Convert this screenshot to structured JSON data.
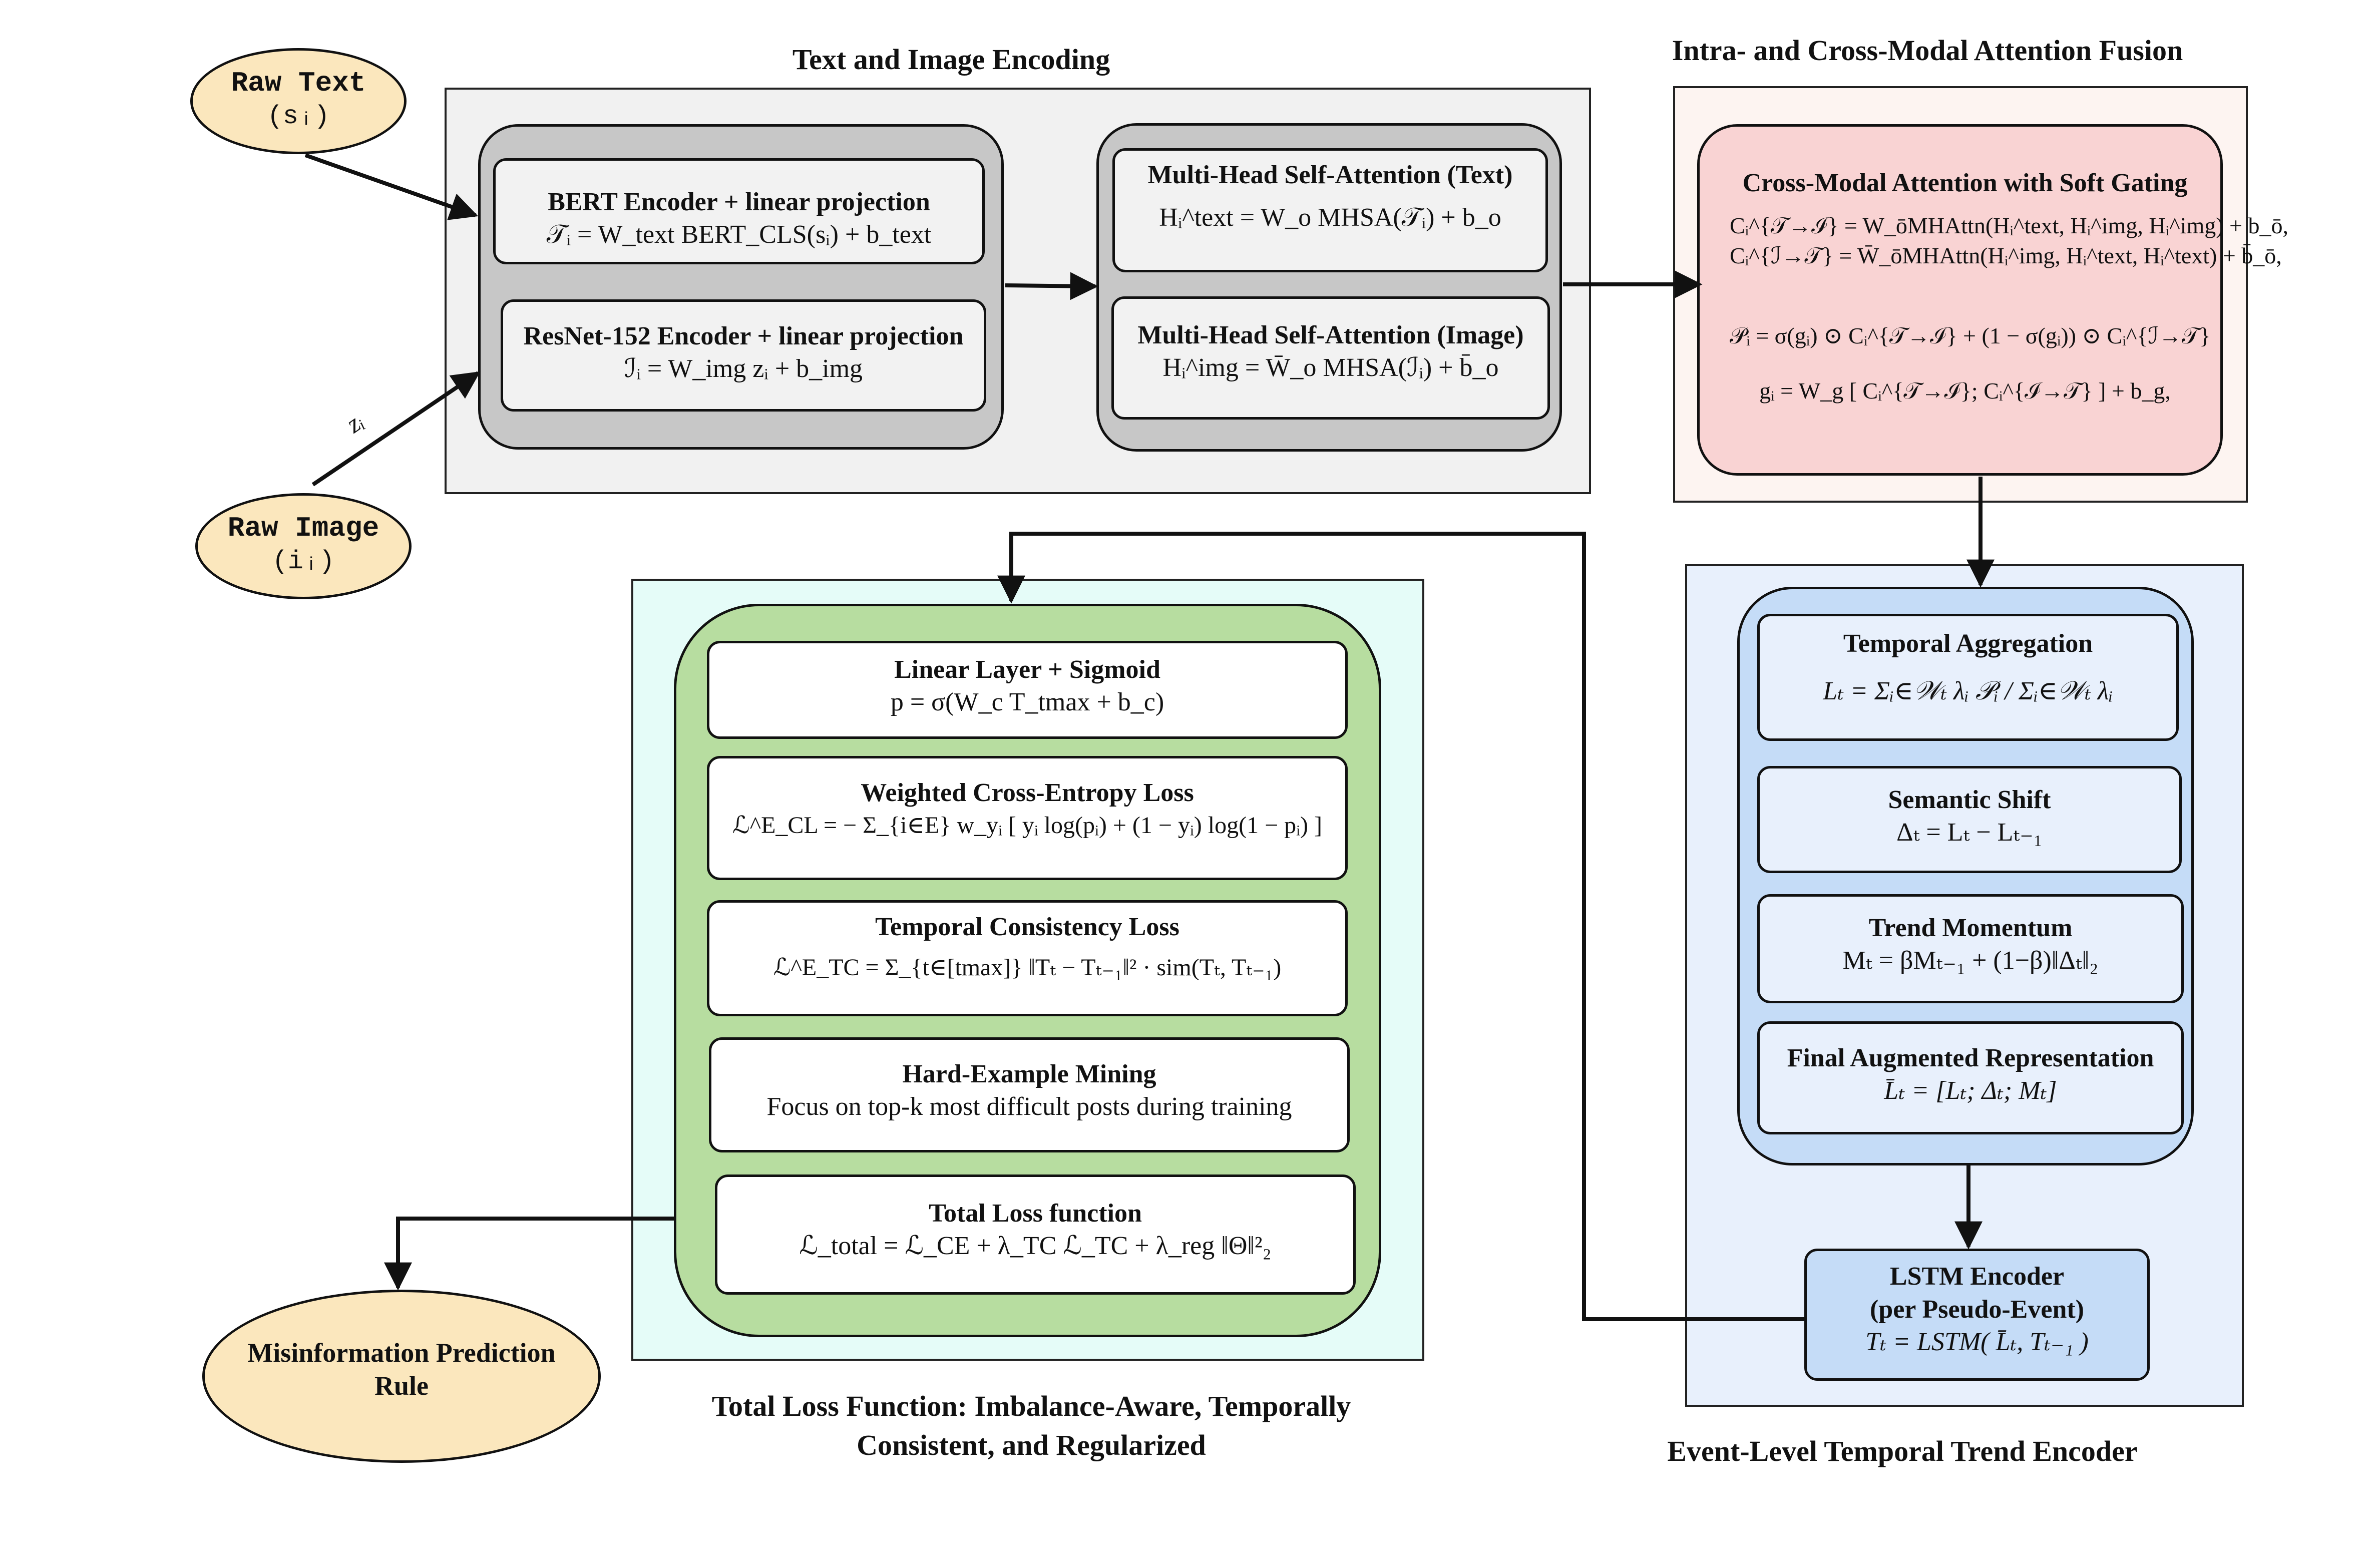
{
  "inputs": {
    "raw_text": {
      "label": "Raw Text",
      "sub": "(sᵢ)"
    },
    "raw_image": {
      "label": "Raw Image",
      "sub": "(iᵢ)"
    },
    "z_label": "zᵢ"
  },
  "encoding": {
    "caption": "Text and Image Encoding",
    "bert": {
      "title": "BERT Encoder + linear projection",
      "formula": "𝒯ᵢ = W_text BERT_CLS(sᵢ) + b_text"
    },
    "resnet": {
      "title": "ResNet-152 Encoder + linear projection",
      "formula": "ℐᵢ = W_img zᵢ + b_img"
    },
    "mhsa_text": {
      "title": "Multi-Head Self-Attention (Text)",
      "formula": "Hᵢ^text = W_o MHSA(𝒯ᵢ) + b_o"
    },
    "mhsa_image": {
      "title": "Multi-Head Self-Attention (Image)",
      "formula": "Hᵢ^img = W̄_o MHSA(ℐᵢ) + b̄_o"
    }
  },
  "fusion": {
    "caption": "Intra- and Cross-Modal Attention Fusion",
    "title": "Cross-Modal Attention with Soft Gating",
    "f1": "Cᵢ^{𝒯→ℐ} = W_ōMHAttn(Hᵢ^text, Hᵢ^img, Hᵢ^img) + b_ō,",
    "f2": "Cᵢ^{ℐ→𝒯} = W̄_ōMHAttn(Hᵢ^img, Hᵢ^text, Hᵢ^text) + b̄_ō,",
    "f3": "𝒫ᵢ = σ(gᵢ) ⊙ Cᵢ^{𝒯→ℐ} + (1 − σ(gᵢ)) ⊙ Cᵢ^{ℐ→𝒯}",
    "f4": "gᵢ = W_g [ Cᵢ^{𝒯→ℐ}; Cᵢ^{ℐ→𝒯} ] + b_g,"
  },
  "temporal": {
    "caption": "Event-Level Temporal Trend Encoder",
    "agg": {
      "title": "Temporal Aggregation",
      "formula": "Lₜ = Σᵢ∈𝒲ₜ λᵢ 𝒫ᵢ / Σᵢ∈𝒲ₜ λᵢ"
    },
    "shift": {
      "title": "Semantic Shift",
      "formula": "Δₜ = Lₜ − Lₜ₋₁"
    },
    "momentum": {
      "title": "Trend Momentum",
      "formula": "Mₜ = βMₜ₋₁ + (1−β)‖Δₜ‖₂"
    },
    "final": {
      "title": "Final Augmented Representation",
      "formula": "L̄ₜ = [Lₜ; Δₜ; Mₜ]"
    },
    "lstm": {
      "title1": "LSTM Encoder",
      "title2": "(per Pseudo-Event)",
      "formula": "Tₜ = LSTM( L̄ₜ, Tₜ₋₁ )"
    }
  },
  "loss": {
    "caption_l1": "Total Loss Function: Imbalance-Aware, Temporally",
    "caption_l2": "Consistent, and Regularized",
    "linear": {
      "title": "Linear Layer + Sigmoid",
      "formula": "p = σ(W_c T_tmax + b_c)"
    },
    "wce": {
      "title": "Weighted Cross-Entropy Loss",
      "formula": "ℒ^E_CL = − Σ_{i∈E} w_yᵢ [ yᵢ log(pᵢ) + (1 − yᵢ) log(1 − pᵢ) ]"
    },
    "tcl": {
      "title": "Temporal Consistency Loss",
      "formula": "ℒ^E_TC = Σ_{t∈[tmax]} ‖Tₜ − Tₜ₋₁‖² · sim(Tₜ, Tₜ₋₁)"
    },
    "hem": {
      "title": "Hard-Example Mining",
      "desc": "Focus on top-k most difficult posts during training"
    },
    "total": {
      "title": "Total Loss function",
      "formula": "ℒ_total = ℒ_CE + λ_TC ℒ_TC + λ_reg ‖Θ‖²₂"
    }
  },
  "output": {
    "line1": "Misinformation  Prediction",
    "line2": "Rule"
  },
  "colors": {
    "ellipse": "#fbe7bd",
    "encoding_bg": "#f1f1f1",
    "encoding_inner": "#c7c7c7",
    "fusion_bg": "#fdf4f1",
    "fusion_inner": "#f9d3d3",
    "temporal_bg": "#e8f0fc",
    "temporal_inner": "#c5dcf7",
    "loss_bg": "#e5fcf8",
    "loss_inner": "#b7dda0"
  }
}
